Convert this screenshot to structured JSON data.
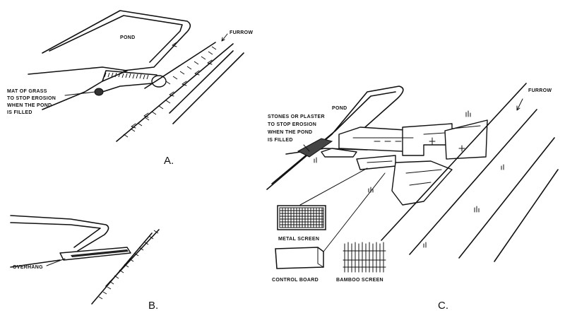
{
  "panels": {
    "a": {
      "letter": "A.",
      "pond": "POND",
      "furrow": "FURROW",
      "note": [
        "MAT OF GRASS",
        "TO STOP EROSION",
        "WHEN THE POND",
        "IS FILLED"
      ]
    },
    "b": {
      "letter": "B.",
      "overhang": "OVERHANG"
    },
    "c": {
      "letter": "C.",
      "pond": "POND",
      "furrow": "FURROW",
      "note": [
        "STONES OR PLASTER",
        "TO STOP EROSION",
        "WHEN THE POND",
        "IS FILLED"
      ],
      "metal_screen": "METAL SCREEN",
      "control_board": "CONTROL BOARD",
      "bamboo_screen": "BAMBOO SCREEN"
    }
  }
}
